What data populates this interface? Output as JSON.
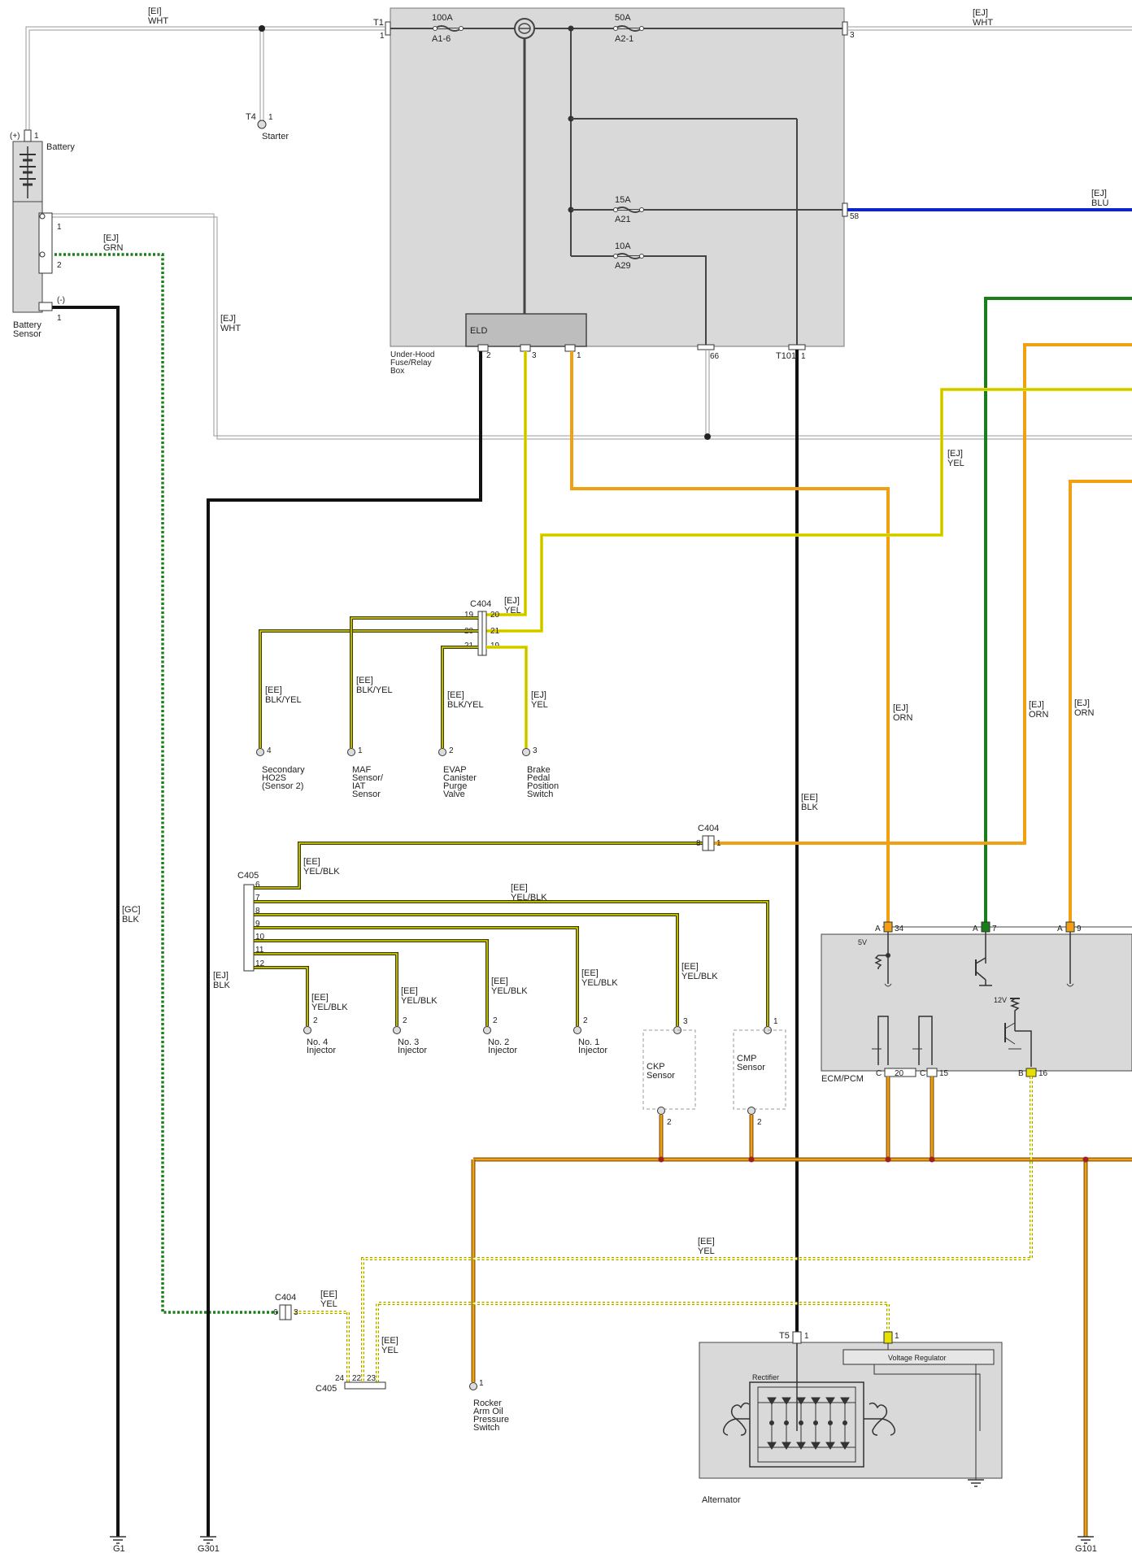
{
  "colors": {
    "box_fill": "#d9d9d9",
    "black_wire": "#111111",
    "white_wire": "#9a9a9a",
    "yellow_wire": "#e8e000",
    "orange_wire": "#f0a010",
    "green_wire": "#1a7f1a",
    "blue_wire": "#0b25c8",
    "brown_wire": "#c8872c",
    "yel_blk_wire": "#c8c030"
  },
  "fuse_box": {
    "name_lines": [
      "Under-Hood",
      "Fuse/Relay",
      "Box"
    ],
    "fuses": [
      {
        "rating": "100A",
        "id": "A1-6"
      },
      {
        "rating": "50A",
        "id": "A2-1"
      },
      {
        "rating": "15A",
        "id": "A21"
      },
      {
        "rating": "10A",
        "id": "A29"
      }
    ],
    "elds": "ELD",
    "terminals": {
      "t1": "T1",
      "t1_pin": "1",
      "pin3": "3",
      "pin58": "58",
      "pin66": "66",
      "t101": "T101",
      "t101_pin": "1",
      "eld_pin2": "2",
      "eld_pin3": "3",
      "eld_pin1": "1"
    }
  },
  "battery": {
    "label": "Battery",
    "pos": "(+)",
    "pos_pin": "1",
    "sensor_lines": [
      "Battery",
      "Sensor"
    ],
    "neg": "(-)",
    "sensor_pins": [
      "1",
      "2",
      "1"
    ]
  },
  "starter": {
    "conn": "T4",
    "pin": "1",
    "label": "Starter"
  },
  "wire_labels": {
    "top_left": [
      "[EI]",
      "WHT"
    ],
    "top_right": [
      "[EJ]",
      "WHT"
    ],
    "blu": [
      "[EJ]",
      "BLU"
    ],
    "grn": [
      "[EJ]",
      "GRN"
    ],
    "wht_mid": [
      "[EJ]",
      "WHT"
    ],
    "yel_right": [
      "[EJ]",
      "YEL"
    ],
    "c404_yel": [
      "[EJ]",
      "YEL"
    ],
    "orn1": [
      "[EJ]",
      "ORN"
    ],
    "orn2": [
      "[EJ]",
      "ORN"
    ],
    "orn3": [
      "[EJ]",
      "ORN"
    ],
    "blk_ee": [
      "[EE]",
      "BLK"
    ],
    "gc_blk": [
      "[GC]",
      "BLK"
    ],
    "ej_blk": [
      "[EJ]",
      "BLK"
    ],
    "yelblk_c405": [
      "[EE]",
      "YEL/BLK"
    ],
    "yelblk_top": [
      "[EE]",
      "YEL/BLK"
    ],
    "ee_yel_mid": [
      "[EE]",
      "YEL"
    ],
    "ee_yel_c404": [
      "[EE]",
      "YEL"
    ],
    "ee_yel_low": [
      "[EE]",
      "YEL"
    ]
  },
  "c404_top": {
    "name": "C404",
    "pins_left": [
      "19",
      "20",
      "21"
    ],
    "pins_right": [
      "20",
      "21",
      "19"
    ]
  },
  "top_sensors": [
    {
      "wire": [
        "[EE]",
        "BLK/YEL"
      ],
      "pin": "4",
      "lines": [
        "Secondary",
        "HO2S",
        "(Sensor 2)"
      ]
    },
    {
      "wire": [
        "[EE]",
        "BLK/YEL"
      ],
      "pin": "1",
      "lines": [
        "MAF",
        "Sensor/",
        "IAT",
        "Sensor"
      ]
    },
    {
      "wire": [
        "[EE]",
        "BLK/YEL"
      ],
      "pin": "2",
      "lines": [
        "EVAP",
        "Canister",
        "Purge",
        "Valve"
      ]
    },
    {
      "wire": [
        "[EJ]",
        "YEL"
      ],
      "pin": "3",
      "lines": [
        "Brake",
        "Pedal",
        "Position",
        "Switch"
      ]
    }
  ],
  "c404_mid": {
    "name": "C404",
    "pin_left": "8",
    "pin_right": "1"
  },
  "c405": {
    "name": "C405",
    "pins": [
      "6",
      "7",
      "8",
      "9",
      "10",
      "11",
      "12"
    ]
  },
  "injectors": [
    {
      "wire": [
        "[EE]",
        "YEL/BLK"
      ],
      "pin": "2",
      "lines": [
        "No. 4",
        "Injector"
      ]
    },
    {
      "wire": [
        "[EE]",
        "YEL/BLK"
      ],
      "pin": "2",
      "lines": [
        "No. 3",
        "Injector"
      ]
    },
    {
      "wire": [
        "[EE]",
        "YEL/BLK"
      ],
      "pin": "2",
      "lines": [
        "No. 2",
        "Injector"
      ]
    },
    {
      "wire": [
        "[EE]",
        "YEL/BLK"
      ],
      "pin": "2",
      "lines": [
        "No. 1",
        "Injector"
      ]
    }
  ],
  "ckp": {
    "wire": [
      "[EE]",
      "YEL/BLK"
    ],
    "pin_top": "3",
    "pin_bottom": "2",
    "lines": [
      "CKP",
      "Sensor"
    ]
  },
  "cmp": {
    "pin_top": "1",
    "pin_bottom": "2",
    "lines": [
      "CMP",
      "Sensor"
    ]
  },
  "ecm": {
    "label": "ECM/PCM",
    "top_pins": [
      {
        "conn": "A",
        "pin": "34"
      },
      {
        "conn": "A",
        "pin": "7"
      },
      {
        "conn": "A",
        "pin": "9"
      }
    ],
    "bottom_pins": [
      {
        "conn": "C",
        "pin": "20"
      },
      {
        "conn": "C",
        "pin": "15"
      },
      {
        "conn": "B",
        "pin": "16"
      }
    ],
    "v5": "5V",
    "v12": "12V"
  },
  "c404_low": {
    "name": "C404",
    "pin_left": "6",
    "pin_right": "3"
  },
  "c405_low": {
    "name": "C405",
    "pins": [
      "24",
      "22",
      "23"
    ]
  },
  "rocker": {
    "pin": "1",
    "lines": [
      "Rocker",
      "Arm Oil",
      "Pressure",
      "Switch"
    ]
  },
  "alternator": {
    "label": "Alternator",
    "t5": "T5",
    "t5_pin": "1",
    "reg_pin": "1",
    "regulator": "Voltage Regulator",
    "rectifier": "Rectifier"
  },
  "grounds": [
    "G1",
    "G301",
    "G101"
  ]
}
